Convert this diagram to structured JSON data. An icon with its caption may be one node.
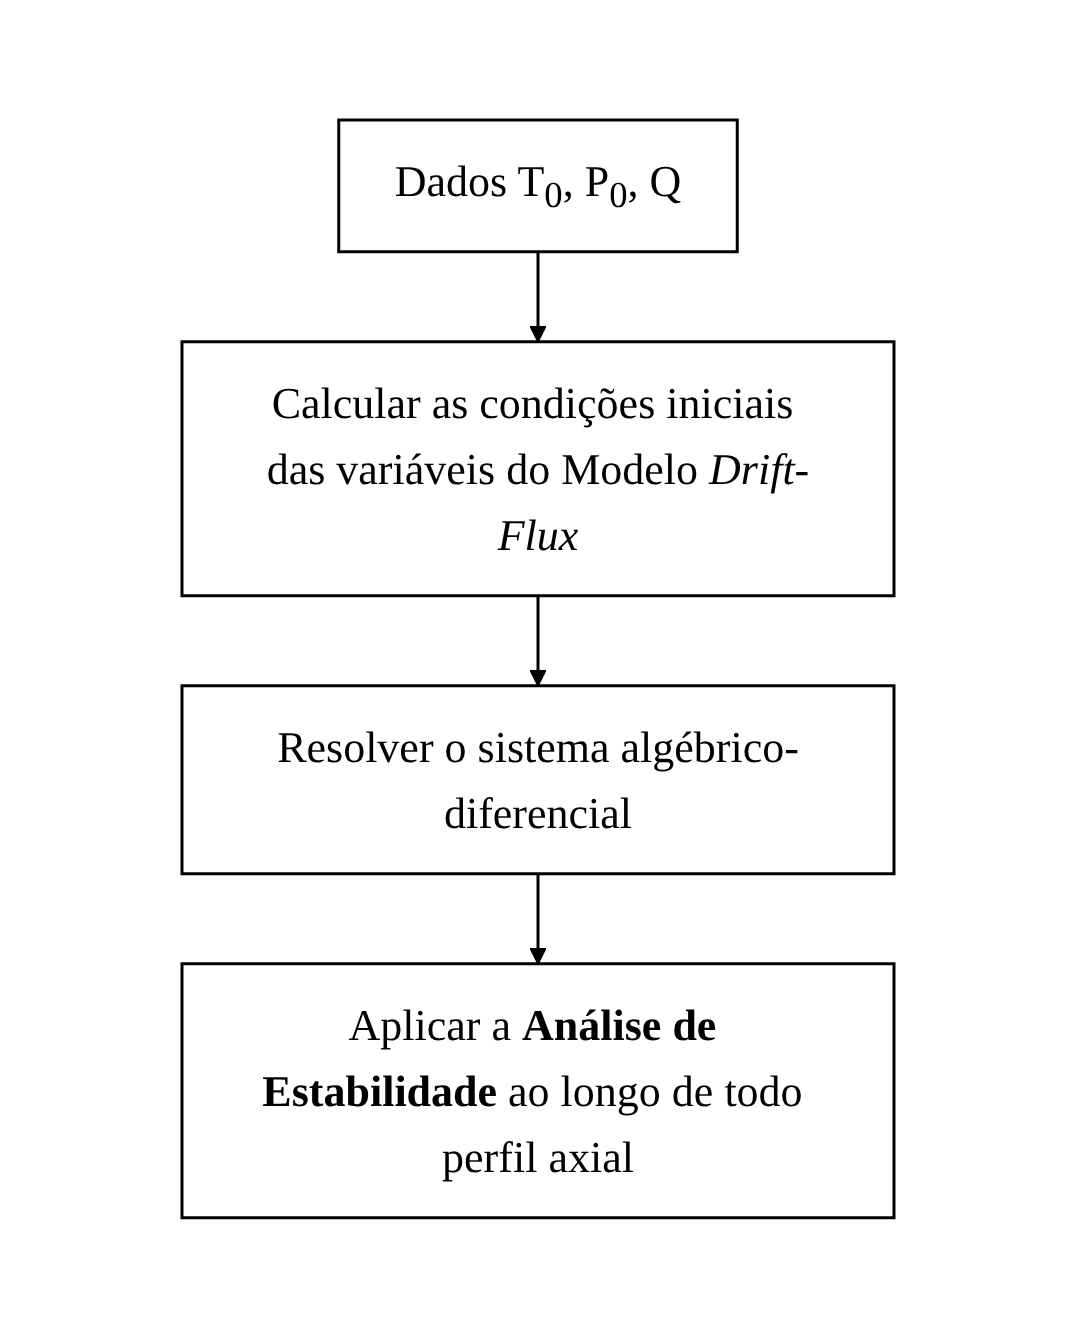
{
  "diagram": {
    "nodes": [
      {
        "text": [
          "Dados T$_{0}$, P$_{0}$, Q"
        ]
      },
      {
        "text": [
          "Calcular as condições iniciais das variáveis do Modelo *Drift-Flux*"
        ]
      },
      {
        "text": [
          "Resolver o sistema algébrico-diferencial"
        ]
      },
      {
        "text": [
          "Aplicar a **Análise de Estabilidade** ao longo de todo perfil axial"
        ]
      }
    ],
    "edges": [
      {
        "from": 0,
        "to": 1,
        "arrow": "to"
      },
      {
        "from": 1,
        "to": 2,
        "arrow": "to"
      },
      {
        "from": 2,
        "to": 3,
        "arrow": "to"
      }
    ]
  }
}
